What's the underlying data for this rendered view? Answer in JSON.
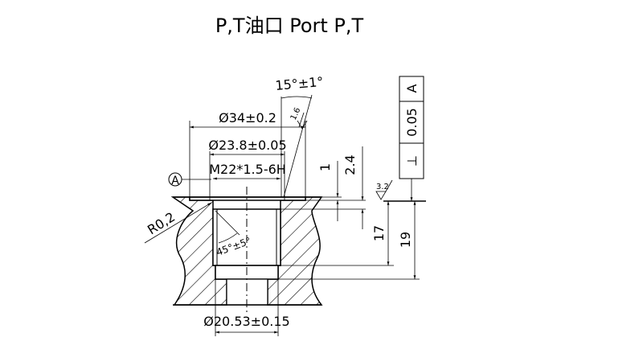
{
  "title": "P,T油口 Port P,T",
  "dims": {
    "angle_top": "15°±1°",
    "roughness_1": "1.6",
    "dia_34": "Ø34±0.2",
    "dia_23": "Ø23.8±0.05",
    "thread": "M22*1.5-6H",
    "datum": "A",
    "radius": "R0,2",
    "chamfer": "45°±5°",
    "depth_1": "1",
    "depth_24": "2.4",
    "roughness_2": "3.2",
    "depth_17": "17",
    "depth_19": "19",
    "dia_bottom": "Ø20.53±0.15"
  },
  "tolerance_frame": {
    "symbol": "⊥",
    "value": "0.05",
    "datum": "A"
  }
}
